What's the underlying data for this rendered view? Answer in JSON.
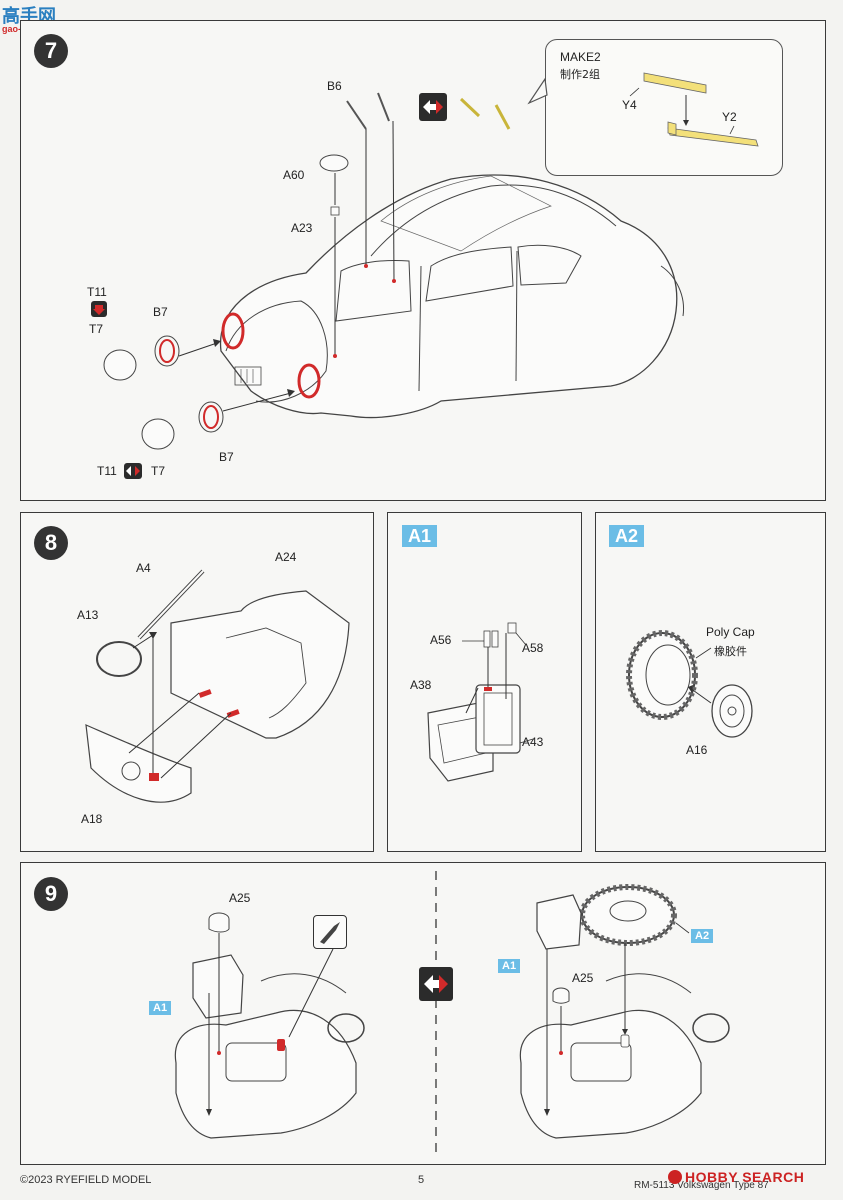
{
  "watermark": {
    "brand_top": "高手网",
    "brand_url": "gao-shou.com"
  },
  "step7": {
    "number": "7",
    "parts": {
      "b6": "B6",
      "a60": "A60",
      "a23": "A23",
      "t11_top": "T11",
      "t7_top": "T7",
      "b7_top": "B7",
      "b7_bottom": "B7",
      "t11_bottom": "T11",
      "t7_bottom": "T7"
    },
    "callout": {
      "make": "MAKE2",
      "make_cn": "制作2组",
      "y4": "Y4",
      "y2": "Y2"
    }
  },
  "step8": {
    "number": "8",
    "parts": {
      "a4": "A4",
      "a24": "A24",
      "a13": "A13",
      "a18": "A18"
    }
  },
  "subA1": {
    "tag": "A1",
    "parts": {
      "a56": "A56",
      "a58": "A58",
      "a38": "A38",
      "a43": "A43"
    }
  },
  "subA2": {
    "tag": "A2",
    "parts": {
      "poly_cap": "Poly Cap",
      "poly_cap_cn": "橡胶件",
      "a16": "A16"
    }
  },
  "step9": {
    "number": "9",
    "left": {
      "a25": "A25",
      "a1": "A1"
    },
    "right": {
      "a25": "A25",
      "a1": "A1",
      "a2": "A2"
    }
  },
  "footer": {
    "copyright": "©2023 RYEFIELD MODEL",
    "page": "5",
    "product": "RM-5113 Volkswagen Type 87",
    "hobby_search": "HOBBY SEARCH"
  },
  "colors": {
    "accent_red": "#d12a2a",
    "tag_blue": "#6bbde6",
    "yellow_part": "#f3e07a"
  }
}
